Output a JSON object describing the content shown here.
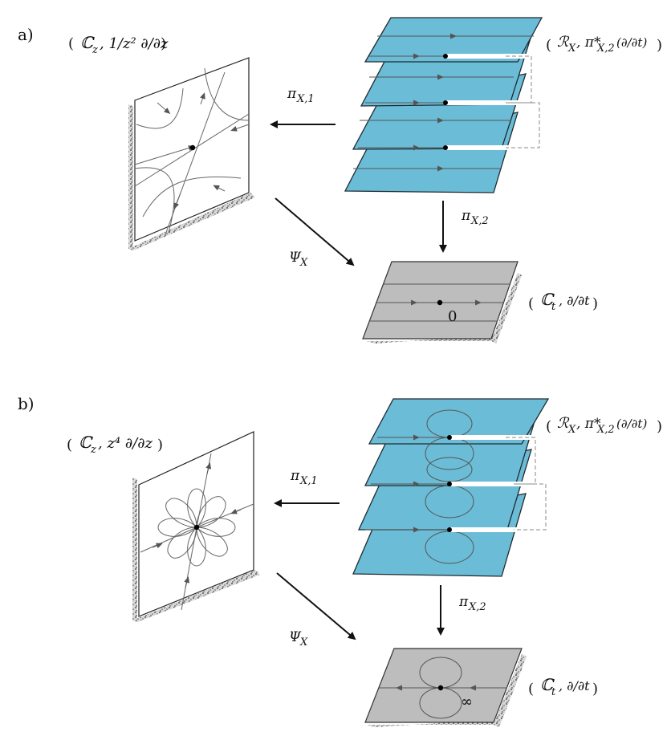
{
  "panel_a": {
    "label": "a)",
    "left_space": {
      "blackboard": "ℂ",
      "sub": "z",
      "expr": ", 1/z² ∂/∂z"
    },
    "right_space": {
      "script": "ℛ",
      "sub": "X",
      "expr": ", π*",
      "sub2": "X,2",
      "deriv": "(∂/∂t)"
    },
    "bottom_space": {
      "blackboard": "ℂ",
      "sub": "t",
      "deriv": ", ∂/∂t"
    },
    "arrow_left": {
      "symbol": "π",
      "sub": "X,1"
    },
    "arrow_down": {
      "symbol": "π",
      "sub": "X,2"
    },
    "arrow_diag": {
      "symbol": "Ψ",
      "sub": "X"
    },
    "point_label": "0"
  },
  "panel_b": {
    "label": "b)",
    "left_space": {
      "blackboard": "ℂ",
      "sub": "z",
      "expr": ", z⁴ ∂/∂z"
    },
    "right_space": {
      "script": "ℛ",
      "sub": "X",
      "expr": ", π*",
      "sub2": "X,2",
      "deriv": "(∂/∂t)"
    },
    "bottom_space": {
      "blackboard": "ℂ",
      "sub": "t",
      "deriv": ", ∂/∂t"
    },
    "arrow_left": {
      "symbol": "π",
      "sub": "X,1"
    },
    "arrow_down": {
      "symbol": "π",
      "sub": "X,2"
    },
    "arrow_diag": {
      "symbol": "Ψ",
      "sub": "X"
    },
    "point_label": "∞"
  },
  "colors": {
    "sheet": "#6bbcd6",
    "base_plane": "#bdbdbd",
    "flow": "#666666"
  }
}
